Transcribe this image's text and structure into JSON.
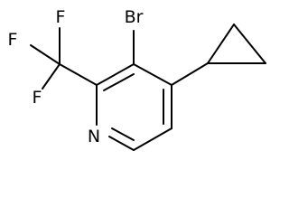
{
  "molecule": {
    "atoms": {
      "bromine": "Br",
      "fluorine_1": "F",
      "fluorine_2": "F",
      "fluorine_3": "F",
      "nitrogen": "N"
    }
  },
  "colors": {
    "bond": "#000000",
    "label": "#000000",
    "background": "#ffffff"
  }
}
